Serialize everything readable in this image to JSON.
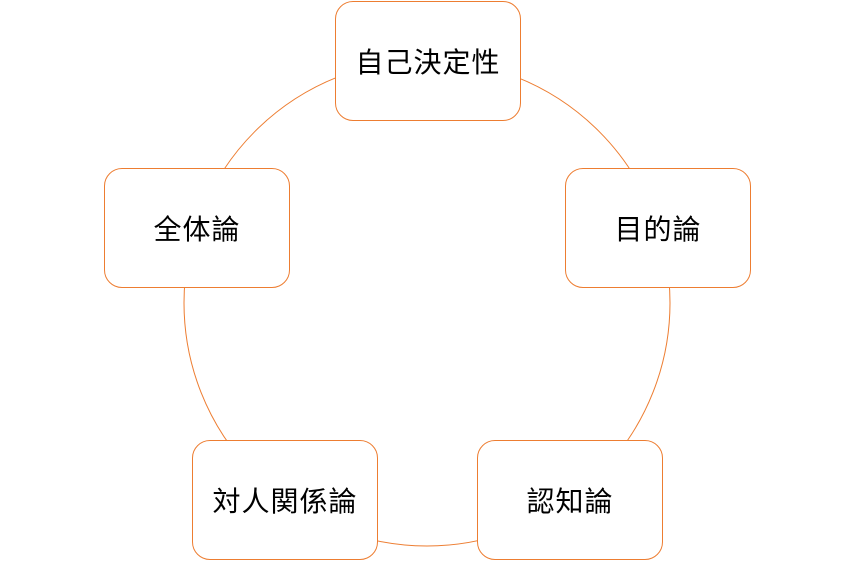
{
  "diagram": {
    "type": "cycle",
    "accent_color": "#ED7D31",
    "nodes": [
      {
        "label": "自己決定性"
      },
      {
        "label": "目的論"
      },
      {
        "label": "認知論"
      },
      {
        "label": "対人関係論"
      },
      {
        "label": "全体論"
      }
    ]
  }
}
